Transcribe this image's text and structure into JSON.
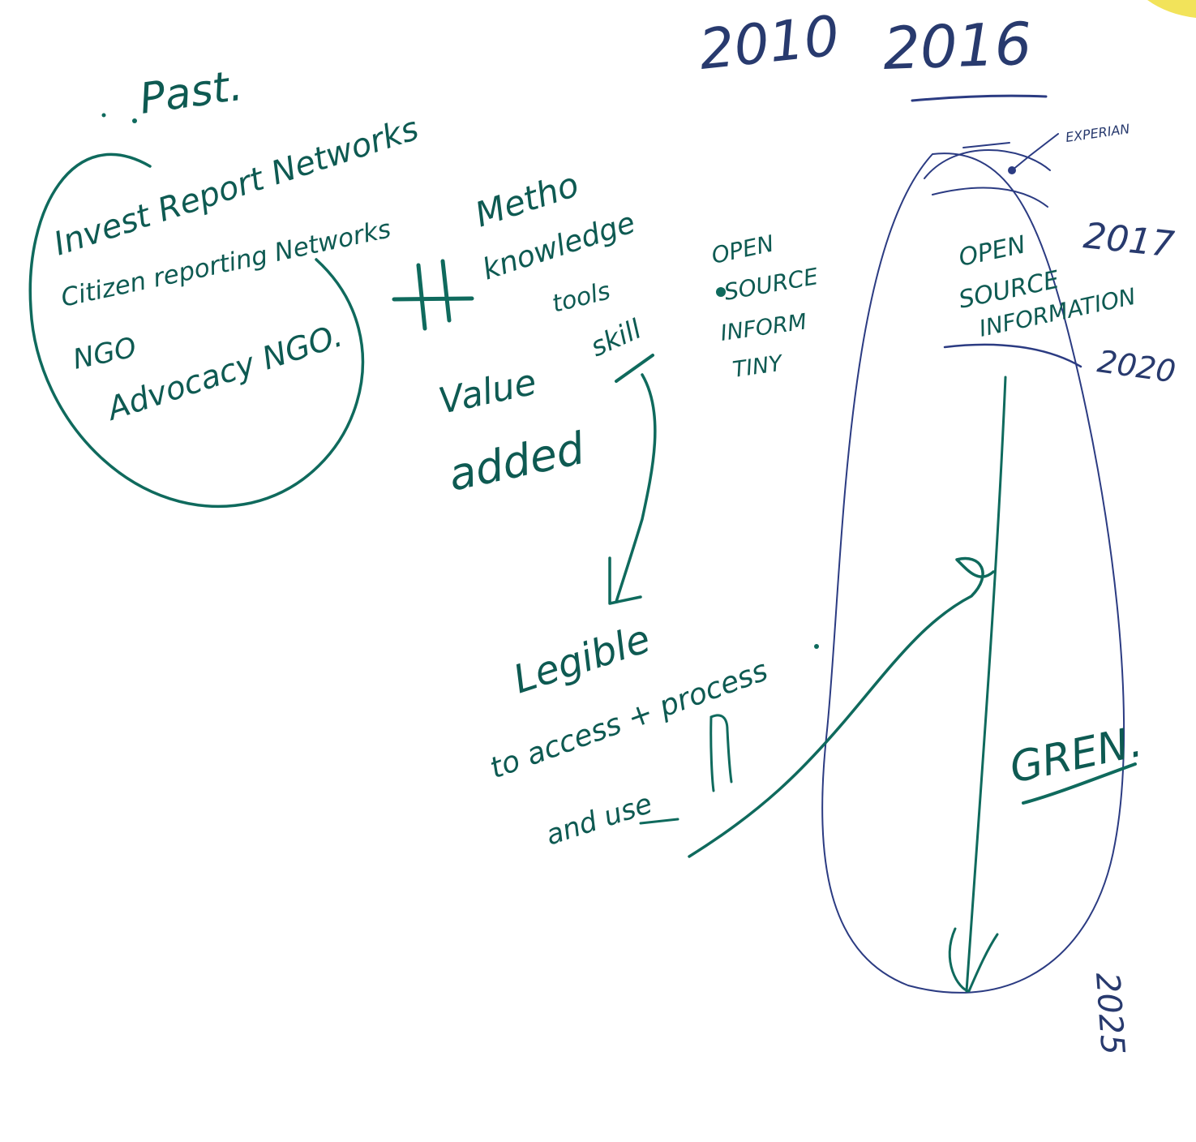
{
  "board": {
    "past": "Past.",
    "past_circle": {
      "line1": "Invest Report Networks",
      "line2": "Citizen reporting Networks",
      "line3": "NGO",
      "line4": "Advocacy NGO."
    },
    "hash_symbol": "H",
    "tools_group": {
      "line1": "Metho",
      "line2": "knowledge",
      "line3": "tools",
      "line4": "skill",
      "line5": "Value",
      "line6": "added"
    },
    "open_source_left": {
      "line1": "OPEN",
      "line2": "SOURCE",
      "line3": "INFORM",
      "line4": "TINY"
    },
    "years": {
      "y2010": "2010",
      "y2016": "2016",
      "y2017": "2017",
      "y2020": "2020",
      "y2025": "2025"
    },
    "experian": "EXPERIAN",
    "open_source_right": {
      "line1": "OPEN",
      "line2": "SOURCE",
      "line3": "INFORMATION"
    },
    "bottom_group": {
      "line1": "Legible",
      "line2": "to access + process",
      "line3": "and use"
    },
    "gren": "GREN."
  },
  "colors": {
    "marker_green": "#0f6a5d",
    "marker_blue": "#2b3b82",
    "corner_yellow": "#f2e35a"
  }
}
